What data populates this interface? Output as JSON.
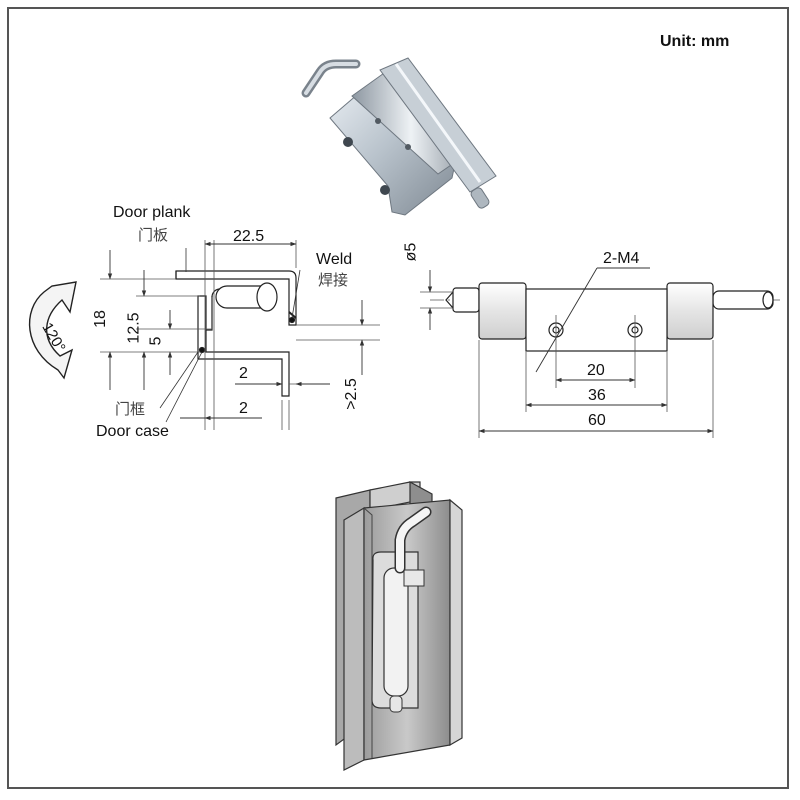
{
  "unit_label": "Unit: mm",
  "side_view": {
    "door_plank_en": "Door plank",
    "door_plank_cn": "门板",
    "weld_en": "Weld",
    "weld_cn": "焊接",
    "door_case_en": "Door case",
    "door_case_cn": "门框",
    "rotation": "120°",
    "dimensions": {
      "top_width": "22.5",
      "height": "18",
      "pin_offset": "12.5",
      "gap": "5",
      "lip": "2",
      "leaf": "2",
      "min_thickness": ">2.5"
    }
  },
  "front_view": {
    "pin_diameter": "ø5",
    "holes": "2-M4",
    "dimensions": {
      "hole_spacing": "20",
      "leaf_length": "36",
      "total_length": "60"
    }
  }
}
